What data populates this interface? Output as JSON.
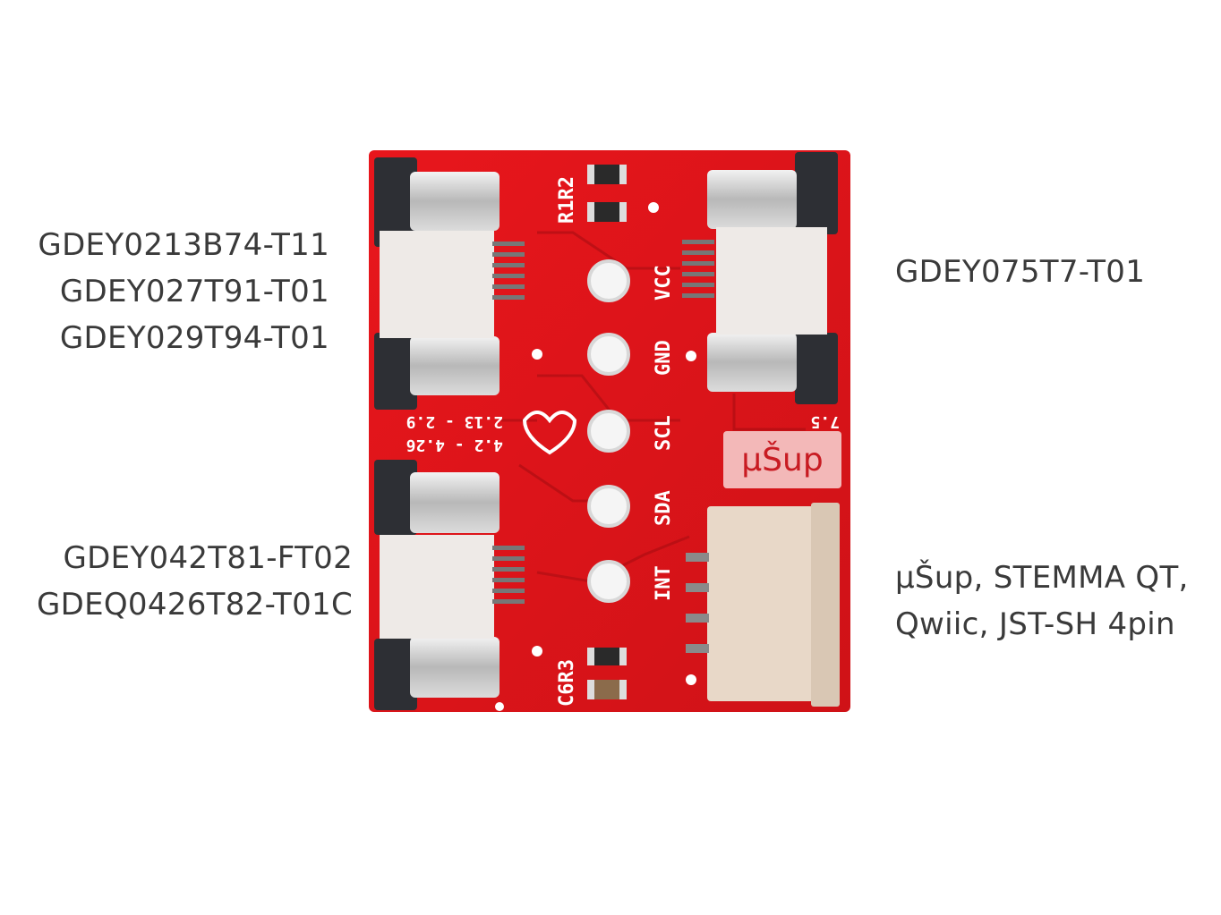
{
  "labels": {
    "top_left": [
      "GDEY0213B74-T11",
      "GDEY027T91-T01",
      "GDEY029T94-T01"
    ],
    "top_right": [
      "GDEY075T7-T01"
    ],
    "bottom_left": [
      "GDEY042T81-FT02",
      "GDEQ0426T82-T01C"
    ],
    "bottom_right": [
      "µŠup, STEMMA QT,",
      "Qwiic, JST-SH 4pin"
    ]
  },
  "pcb": {
    "pins": [
      "VCC",
      "GND",
      "SCL",
      "SDA",
      "INT"
    ],
    "silk_top": "R1R2",
    "silk_bottom": "C6R3",
    "logo": "µŠup",
    "size_left": "2.13 - 2.9",
    "size_left_2": "4.2 - 4.26",
    "size_right": "7.5",
    "board_color": "#e0151b",
    "silk_color": "#ffffff"
  }
}
